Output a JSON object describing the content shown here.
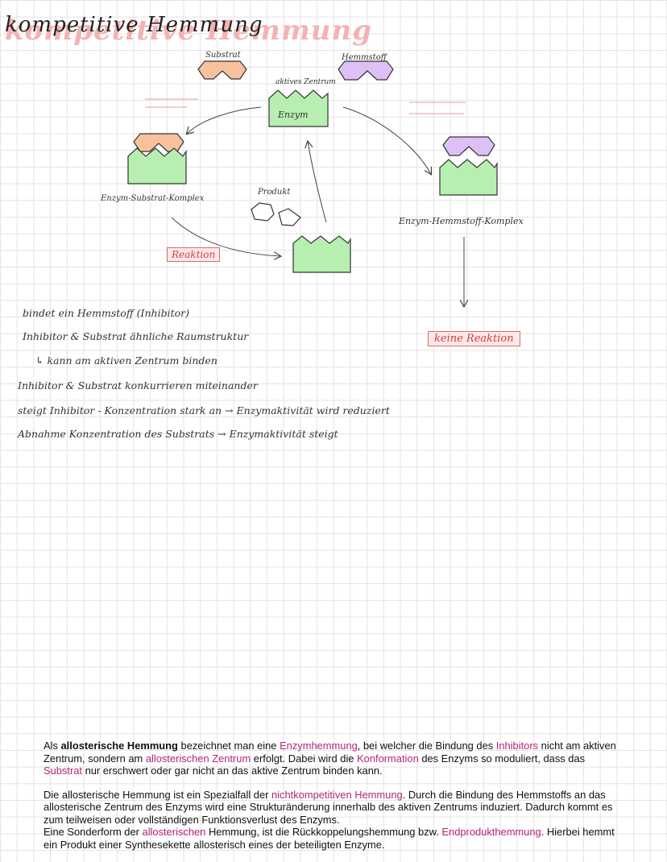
{
  "title": "kompetitive Hemmung",
  "diagram": {
    "substrat": "Substrat",
    "hemmstoff": "Hemmstoff",
    "aktives_zentrum": "aktives Zentrum",
    "enzym": "Enzym",
    "esk": "Enzym-Substrat-Komplex",
    "ehk": "Enzym-Hemmstoff-Komplex",
    "produkt": "Produkt",
    "reaktion": "Reaktion",
    "keine_reaktion": "keine Reaktion"
  },
  "notes": [
    "bindet ein Hemmstoff (Inhibitor)",
    "Inhibitor & Substrat ähnliche Raumstruktur",
    "↳ kann am aktiven Zentrum binden",
    "Inhibitor & Substrat konkurrieren miteinander",
    "steigt Inhibitor - Konzentration stark an → Enzymaktivität wird reduziert",
    "Abnahme Konzentration des Substrats → Enzymaktivität steigt"
  ],
  "paragraph1": {
    "t1": "Als ",
    "b1": "allosterische Hemmung",
    "t2": " bezeichnet man eine ",
    "k1": "Enzymhemmung",
    "t3": ", bei welcher die Bindung des ",
    "k2": "Inhibitors",
    "t4": " nicht am aktiven Zentrum, sondern am ",
    "k3": "allosterischen Zentrum",
    "t5": " erfolgt. Dabei wird die ",
    "k4": "Konformation",
    "t6": " des Enzyms so moduliert, dass das ",
    "k5": "Substrat",
    "t7": " nur erschwert oder gar nicht an das aktive Zentrum binden kann."
  },
  "paragraph2": {
    "t1": "Die allosterische Hemmung ist ein Spezialfall der ",
    "k1": "nichtkompetitiven Hemmung",
    "t2": ". Durch die Bindung des Hemmstoffs an das allosterische Zentrum des Enzyms wird eine Strukturänderung innerhalb des aktiven Zentrums induziert. Dadurch kommt es zum teilweisen oder vollständigen Funktionsverlust des Enzyms."
  },
  "paragraph3": {
    "t1": "Eine Sonderform der ",
    "k1": "allosterischen",
    "t2": " Hemmung, ist die Rückkoppelungshemmung bzw. ",
    "k2": "Endprodukthemmung",
    "t3": ". Hierbei hemmt ein Produkt einer Synthesekette allosterisch eines der beteiligten Enzyme."
  },
  "colors": {
    "enzyme": "#b7efb0",
    "substrate": "#f7c29d",
    "inhibitor": "#dcc0f6",
    "keyword": "#b5257b",
    "highlight": "#f4b3b3"
  }
}
